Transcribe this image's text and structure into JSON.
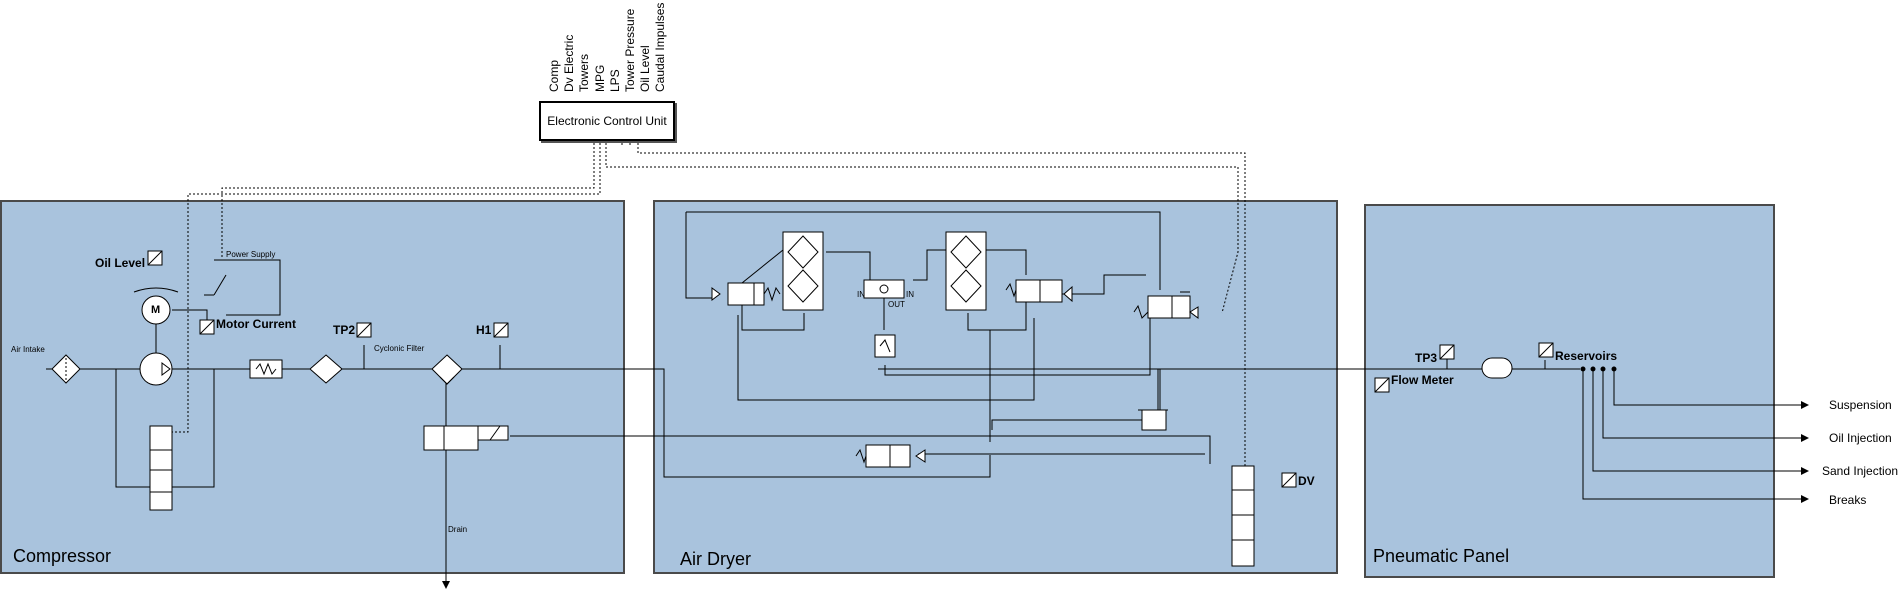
{
  "ecu": {
    "title": "Electronic Control Unit",
    "inputs": [
      "Comp",
      "Dv Electric",
      "Towers",
      "MPG",
      "LPS",
      "Tower Pressure",
      "Oil Level",
      "Caudal Impulses"
    ]
  },
  "panels": {
    "compressor": "Compressor",
    "air_dryer": "Air Dryer",
    "pneumatic_panel": "Pneumatic Panel"
  },
  "compressor": {
    "air_intake": "Air Intake",
    "oil_level": "Oil Level",
    "power_supply": "Power Supply",
    "motor_current": "Motor Current",
    "motor_symbol": "M",
    "tp2": "TP2",
    "cyclonic_filter": "Cyclonic Filter",
    "h1": "H1",
    "drain": "Drain"
  },
  "air_dryer": {
    "in_left": "IN",
    "in_right": "IN",
    "out": "OUT",
    "dv": "DV"
  },
  "pneumatic_panel": {
    "tp3": "TP3",
    "flow_meter": "Flow Meter",
    "reservoirs": "Reservoirs",
    "outputs": [
      "Suspension",
      "Oil Injection",
      "Sand Injection",
      "Breaks"
    ]
  },
  "colors": {
    "panel_fill": "#a9c3dd",
    "panel_border": "#4a4a4a",
    "line": "#000000"
  }
}
